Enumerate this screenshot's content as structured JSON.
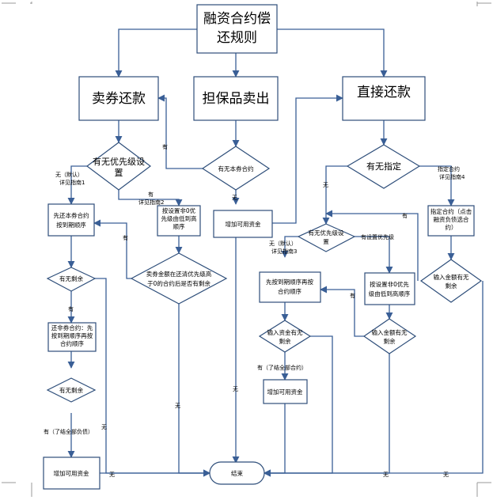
{
  "title": {
    "lines": [
      "融资合约偿",
      "还规则"
    ]
  },
  "heads": {
    "sell": "卖券还款",
    "collateral": "担保品卖出",
    "direct": "直接还款"
  },
  "nodes": {
    "d_priority": [
      "有无优先级设",
      "置"
    ],
    "d_bond_contract": [
      "有无本券合约"
    ],
    "d_specified": [
      "有无指定"
    ],
    "p_same_bond": [
      "先还本券合约",
      "按到期顺序"
    ],
    "p_prio_set": [
      "按设置非0优",
      "先级由低到高",
      "顺序"
    ],
    "p_add_funds_mid": [
      "增加可用资金"
    ],
    "d_prio_set_right": [
      "有无优先级设",
      "置"
    ],
    "p_specified_contract": [
      "指定合约（点击",
      "融资负债选合",
      "约）"
    ],
    "d_remaining_1": [
      "有无剩余"
    ],
    "d_sell_amount": [
      "卖券金额在还清优先级高",
      "于0的合约后是否有剩余"
    ],
    "p_expiry_then": [
      "先按到期顺序再按",
      "合约顺序"
    ],
    "p_prio_right": [
      "按设置非0优先",
      "级由低到高顺序"
    ],
    "d_amount_right": [
      "输入金额有无",
      "剩余"
    ],
    "p_other_contract": [
      "还非券合约：先",
      "按到期顺序再按",
      "合约顺序"
    ],
    "d_funds_remaining": [
      "输入资金有无",
      "剩余"
    ],
    "d_amount_left": [
      "输入金额有无",
      "剩余"
    ],
    "d_remaining_2": [
      "有无剩余"
    ],
    "p_add_funds_center": [
      "增加可用资金"
    ],
    "p_add_funds_left": [
      "增加可用资金"
    ],
    "end": [
      "结束"
    ]
  },
  "labels": {
    "no_default_1": [
      "无（默认）",
      "详见指南1"
    ],
    "yes_guide2": [
      "有",
      "详见指南2"
    ],
    "yes_a": "有",
    "yes_b": "有",
    "yes_c": "有",
    "yes_d": "有",
    "yes_e": "有",
    "no_a": "无",
    "no_b": "无",
    "no_c": "无",
    "no_d": "无",
    "no_e": "无",
    "no_f": "无",
    "no_g": "无",
    "spec_guide4": [
      "指定合约",
      "详见指南4"
    ],
    "no_default_3": [
      "无（默认）",
      "详见指南3"
    ],
    "has_prio": "有设置优先级",
    "yes_clear_all": "有（了结全部合约）",
    "yes_clear_debt": "有（了结全部负债）"
  }
}
